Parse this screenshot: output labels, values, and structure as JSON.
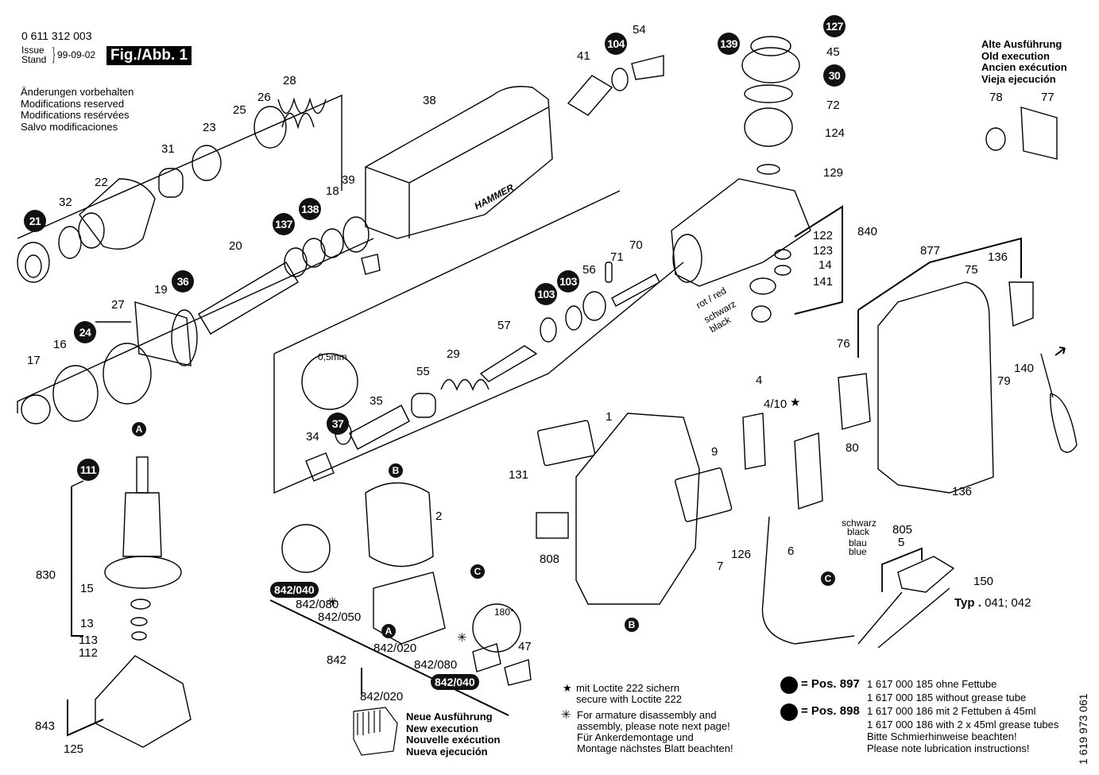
{
  "header": {
    "part_number": "0 611 312 003",
    "issue_label": "Issue",
    "stand_label": "Stand",
    "issue_date": "99-09-02",
    "figure_label": "Fig./Abb. 1",
    "modifications": [
      "Änderungen vorbehalten",
      "Modifications reserved",
      "Modifications resérvées",
      "Salvo modificaciones"
    ]
  },
  "old_execution": {
    "lines": [
      "Alte Ausführung",
      "Old execution",
      "Ancien exécution",
      "Vieja ejecución"
    ],
    "parts": [
      "78",
      "77"
    ]
  },
  "new_execution": {
    "part": "842/020",
    "lines": [
      "Neue Ausführung",
      "New execution",
      "Nouvelle exécution",
      "Nueva ejecución"
    ]
  },
  "badges": [
    "21",
    "137",
    "138",
    "36",
    "24",
    "104",
    "139",
    "127",
    "30",
    "103",
    "103",
    "37",
    "111"
  ],
  "pills": [
    "842/040",
    "842/040"
  ],
  "ref_letters": [
    "A",
    "A",
    "B",
    "B",
    "C",
    "C"
  ],
  "labels": {
    "p22": "22",
    "p32": "32",
    "p31": "31",
    "p23": "23",
    "p25": "25",
    "p26": "26",
    "p28": "28",
    "p38": "38",
    "p41": "41",
    "p54": "54",
    "p45": "45",
    "p72": "72",
    "p124": "124",
    "p129": "129",
    "p840": "840",
    "p122": "122",
    "p123": "123",
    "p14": "14",
    "p141": "141",
    "p18": "18",
    "p39": "39",
    "p20": "20",
    "p19": "19",
    "p27": "27",
    "p16": "16",
    "p17": "17",
    "p70": "70",
    "p71": "71",
    "p56": "56",
    "p57": "57",
    "p55": "55",
    "p29": "29",
    "p35": "35",
    "p34": "34",
    "p877": "877",
    "p75": "75",
    "p136a": "136",
    "p136b": "136",
    "p140": "140",
    "p79": "79",
    "p76": "76",
    "p80": "80",
    "p4": "4",
    "p410": "4/10",
    "p1": "1",
    "p9": "9",
    "p131": "131",
    "p808": "808",
    "p7": "7",
    "p126": "126",
    "p6": "6",
    "p805": "805",
    "p5": "5",
    "p150": "150",
    "p2": "2",
    "p842": "842",
    "p842_080a": "842/080",
    "p842_050": "842/050",
    "p842_020a": "842/020",
    "p842_080b": "842/080",
    "p842_020b": "842/020",
    "p47": "47",
    "p180": "180°",
    "p830": "830",
    "p15": "15",
    "p13": "13",
    "p113": "113",
    "p112": "112",
    "p843": "843",
    "p125": "125",
    "gap": "0,5mm",
    "rot_red": "rot / red",
    "schwarz": "schwarz",
    "black": "black",
    "schwarz2": "schwarz",
    "black2": "black",
    "blau": "blau",
    "blue": "blue",
    "typ_label": "Typ .",
    "typ_values": "041; 042",
    "hammer_logo": "HAMMER"
  },
  "notes": {
    "star_symbol": "★",
    "asterisk_symbol": "✳",
    "loctite": [
      "mit Loctite 222 sichern",
      "secure with Loctite 222"
    ],
    "armature": [
      "For armature disassembly and",
      "assembly, please note next page!",
      "Für Ankerdemontage und",
      "Montage nächstes Blatt beachten!"
    ]
  },
  "grease": {
    "pos897_label": "= Pos. 897",
    "pos898_label": "= Pos. 898",
    "lines": [
      "1 617 000 185 ohne Fettube",
      "1 617 000 185 without grease tube",
      "1 617 000 186 mit 2 Fettuben á 45ml",
      "1 617 000 186 with 2 x 45ml grease tubes",
      "Bitte Schmierhinweise beachten!",
      "Please note lubrication instructions!"
    ]
  },
  "doc_number": "1 619 973 061"
}
